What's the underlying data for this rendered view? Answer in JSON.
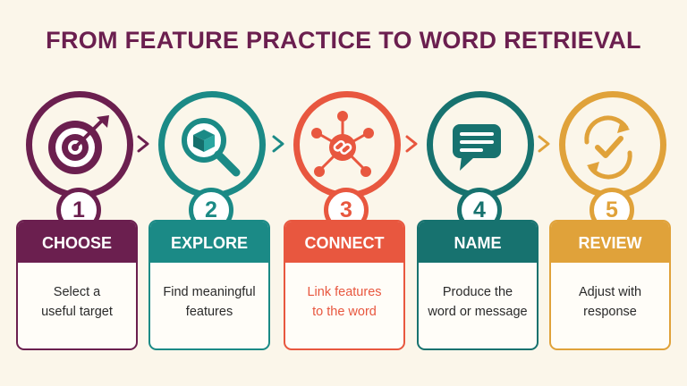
{
  "title": "FROM FEATURE PRACTICE TO WORD RETRIEVAL",
  "steps": [
    {
      "number": "1",
      "heading": "CHOOSE",
      "text": "Select a\nuseful target",
      "icon": "target-icon",
      "color": "#6b1f4f"
    },
    {
      "number": "2",
      "heading": "EXPLORE",
      "text": "Find meaningful\nfeatures",
      "icon": "magnifier-cube-icon",
      "color": "#1b8a86"
    },
    {
      "number": "3",
      "heading": "CONNECT",
      "text": "Link features\nto the word",
      "icon": "network-link-icon",
      "color": "#e8573f"
    },
    {
      "number": "4",
      "heading": "NAME",
      "text": "Produce the\nword or message",
      "icon": "speech-bubble-icon",
      "color": "#17726f"
    },
    {
      "number": "5",
      "heading": "REVIEW",
      "text": "Adjust with\nresponse",
      "icon": "refresh-check-icon",
      "color": "#e0a23a"
    }
  ],
  "arrow_colors": [
    "#6b1f4f",
    "#1b8a86",
    "#e8573f",
    "#e0a23a"
  ]
}
